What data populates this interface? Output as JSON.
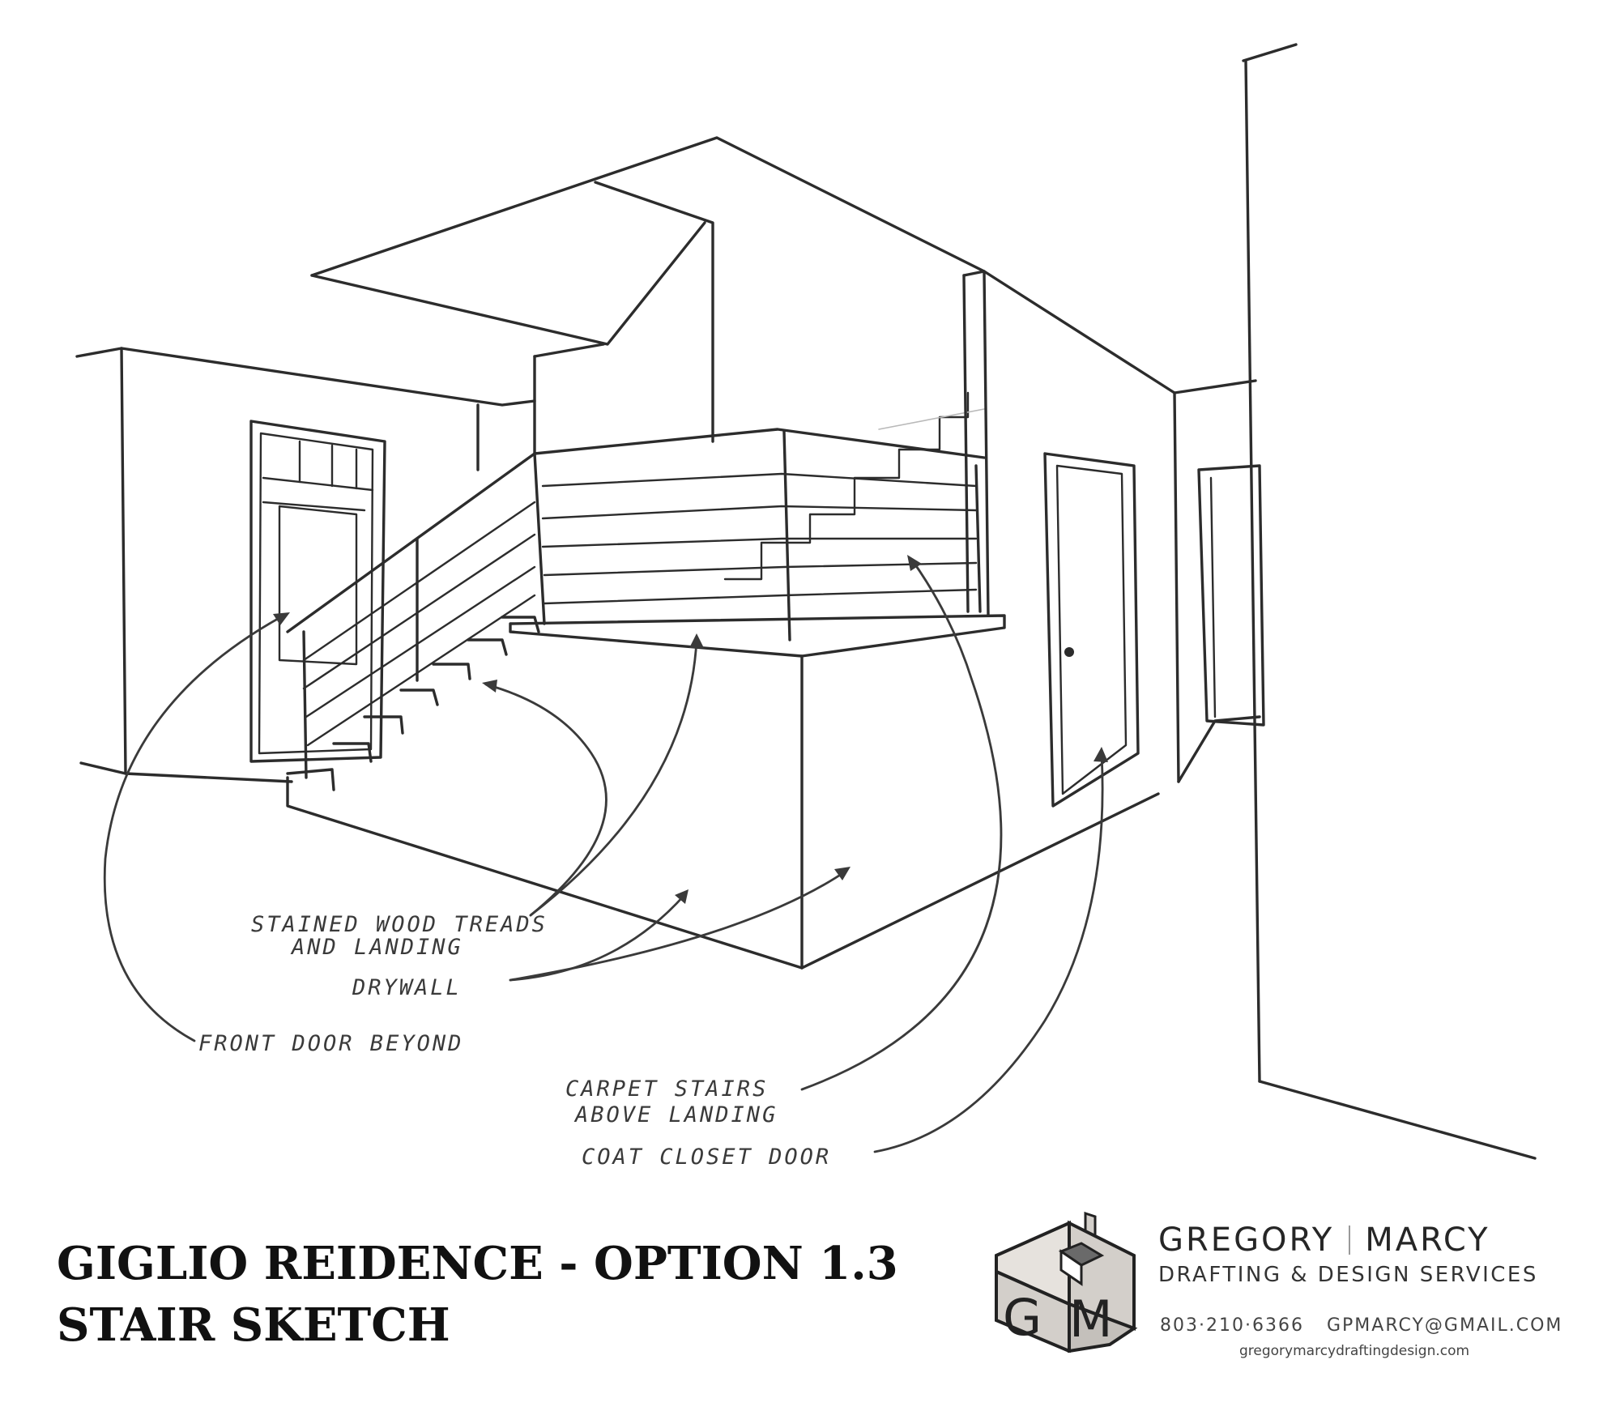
{
  "title": {
    "line1": "GIGLIO REIDENCE - OPTION 1.3",
    "line2": "STAIR SKETCH"
  },
  "notes": {
    "treads_line1": "STAINED WOOD TREADS",
    "treads_line2": "AND LANDING",
    "drywall": "DRYWALL",
    "front_door": "FRONT DOOR BEYOND",
    "carpet_line1": "CARPET STAIRS",
    "carpet_line2": "ABOVE LANDING",
    "closet": "COAT CLOSET DOOR"
  },
  "company": {
    "name_first": "GREGORY",
    "name_last": "MARCY",
    "subtitle": "DRAFTING & DESIGN SERVICES",
    "phone": "803·210·6366",
    "email": "GPMARCY@GMAIL.COM",
    "website": "gregorymarcydraftingdesign.com",
    "logo_letters": "GM"
  },
  "colors": {
    "ink": "#2c2c2c",
    "logo_fill": "#d3cfca",
    "logo_dark": "#6a6a6a"
  }
}
